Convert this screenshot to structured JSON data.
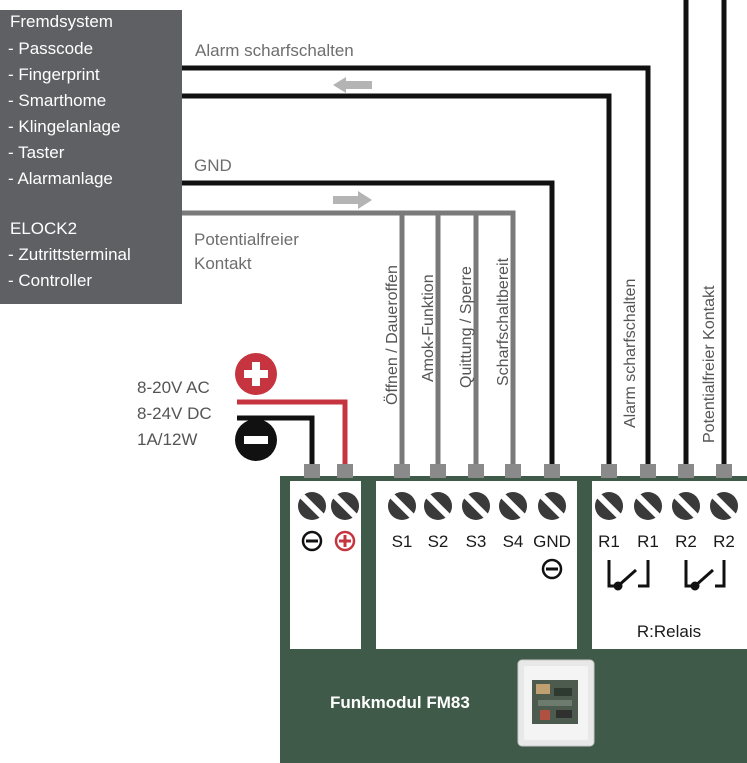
{
  "source_box": {
    "title": "Fremdsystem",
    "items": [
      "- Passcode",
      "- Fingerprint",
      "- Smarthome",
      "- Klingelanlage",
      "- Taster",
      "- Alarmanlage"
    ],
    "title2": "ELOCK2",
    "items2": [
      "- Zutrittsterminal",
      "- Controller"
    ]
  },
  "wire_labels": {
    "alarm": "Alarm scharfschalten",
    "gnd": "GND",
    "potential_line1": "Potentialfreier",
    "potential_line2": "Kontakt"
  },
  "vertical_labels": {
    "s1": "Öffnen / Daueroffen",
    "s2": "Amok-Funktion",
    "s3": "Quittung / Sperre",
    "s4": "Scharfschaltbereit",
    "r1": "Alarm scharfschalten",
    "r2": "Potentialfreier Kontakt"
  },
  "power": {
    "ac": "8-20V AC",
    "dc": "8-24V DC",
    "load": "1A/12W",
    "plus": "+",
    "minus": "−"
  },
  "terminals": {
    "s1": "S1",
    "s2": "S2",
    "s3": "S3",
    "s4": "S4",
    "gnd": "GND",
    "r1a": "R1",
    "r1b": "R1",
    "r2a": "R2",
    "r2b": "R2",
    "relais": "R:Relais"
  },
  "module": {
    "name": "Funkmodul FM83"
  },
  "colors": {
    "box": "#5f6064",
    "module": "#3f5a48",
    "wire_black": "#111111",
    "wire_gray": "#7a7a7a",
    "wire_red": "#c6343f",
    "arrow": "#b4b4b4"
  }
}
